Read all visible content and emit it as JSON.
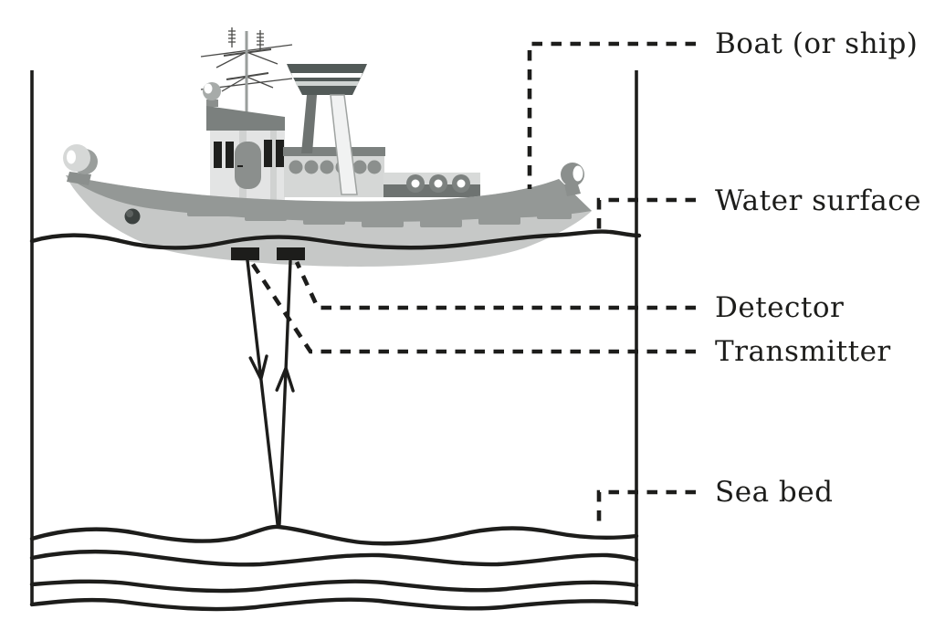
{
  "figure": {
    "type": "echo-sounding-diagram",
    "labels": {
      "boat": "Boat (or ship)",
      "water_surface": "Water surface",
      "detector": "Detector",
      "transmitter": "Transmitter",
      "sea_bed": "Sea bed"
    },
    "colors": {
      "ink": "#1d1d1b",
      "hull_light": "#c6c8c7",
      "hull_band": "#949896",
      "detail_gray": "#8b8f8d",
      "dark_gray": "#6e7371",
      "mid_band": "#7c817f",
      "tower_dark": "#525a58",
      "panel_light": "#d8dad9",
      "cabin_wall": "#e3e4e4",
      "cabin_shade": "#d0d2d1",
      "window_black": "#1f201e",
      "porthole_dark": "#3c4240",
      "light_gray": "#b9bcbb",
      "white": "#ffffff"
    }
  }
}
